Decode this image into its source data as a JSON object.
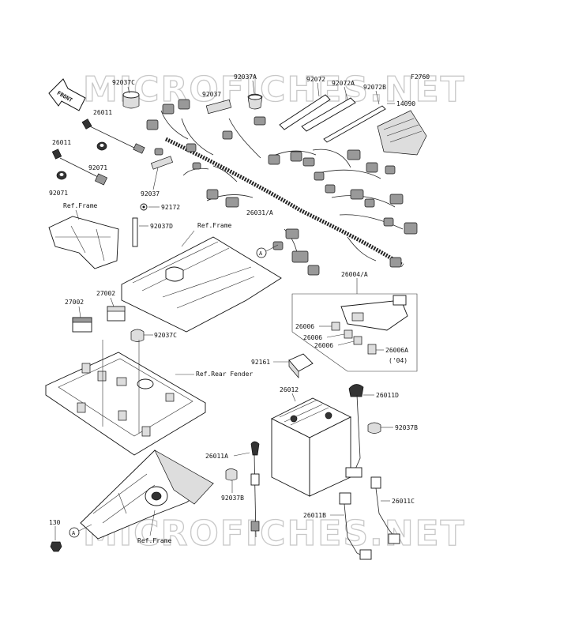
{
  "watermark": {
    "top": "MICROFICHES.NET",
    "bottom": "MICROFICHES.NET"
  },
  "figure_code": "F2760",
  "front_label": "FRONT",
  "callouts": {
    "p92037C_a": "92037C",
    "p92037A": "92037A",
    "p92072": "92072",
    "p92072A": "92072A",
    "p92072B": "92072B",
    "p14090": "14090",
    "p26011_a": "26011",
    "p92037_a": "92037",
    "p26011_b": "26011",
    "p92071_a": "92071",
    "p92071_b": "92071",
    "p92037_b": "92037",
    "p92172": "92172",
    "p26031A": "26031/A",
    "p92037D": "92037D",
    "p26004A": "26004/A",
    "p27002_a": "27002",
    "p27002_b": "27002",
    "p92037C_b": "92037C",
    "p26006_a": "26006",
    "p26006_b": "26006",
    "p26006_c": "26006",
    "p26006A": "26006A",
    "p26006A_note": "('04)",
    "p92161": "92161",
    "p26012": "26012",
    "p26011D": "26011D",
    "p92037B_a": "92037B",
    "p26011A": "26011A",
    "p92037B_b": "92037B",
    "p26011C": "26011C",
    "p26011B": "26011B",
    "p130": "130"
  },
  "refs": {
    "frame_1": "Ref.Frame",
    "frame_2": "Ref.Frame",
    "rear_fender": "Ref.Rear Fender",
    "frame_3": "Ref.Frame"
  },
  "connector_marker": "A"
}
